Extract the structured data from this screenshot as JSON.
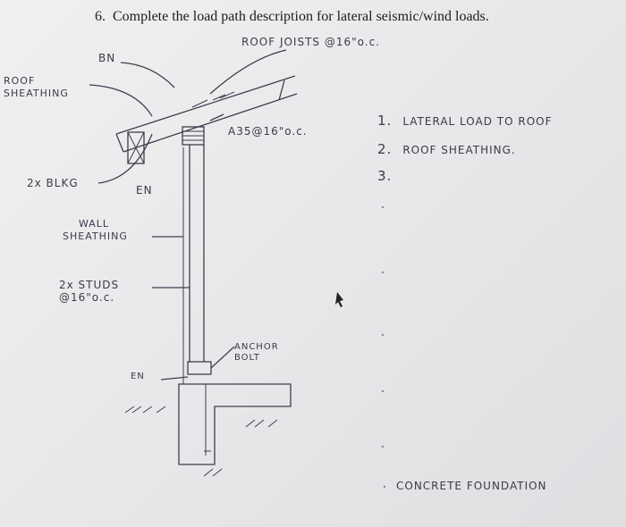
{
  "question": {
    "number": "6.",
    "text": "Complete the load path description for lateral seismic/wind loads."
  },
  "labels": {
    "roof_joists": "ROOF JOISTS @16\"o.c.",
    "bn": "BN",
    "roof_sheathing": [
      "ROOF",
      "SHEATHING"
    ],
    "blocking": "2x BLKG",
    "en_upper": "EN",
    "a35": "A35@16\"o.c.",
    "wall_sheathing": [
      "WALL",
      "SHEATHING"
    ],
    "studs": [
      "2x STUDS",
      "@16\"o.c."
    ],
    "anchor_bolt": [
      "ANCHOR",
      "BOLT"
    ],
    "en_lower": "EN",
    "concrete_foundation": "CONCRETE FOUNDATION"
  },
  "load_path": [
    {
      "number": "1.",
      "text": "LATERAL LOAD TO ROOF"
    },
    {
      "number": "2.",
      "text": "ROOF SHEATHING."
    },
    {
      "number": "3.",
      "text": ""
    }
  ]
}
